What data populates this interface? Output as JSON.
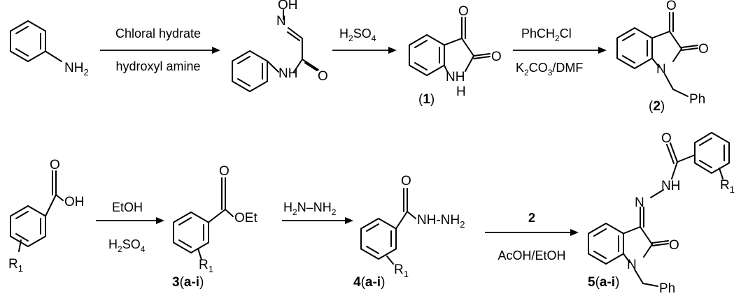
{
  "step1": {
    "top": "Chloral hydrate",
    "bottom": "hydroxyl amine"
  },
  "step2": {
    "top_main": "H",
    "top_sub": "2",
    "top_main2": "SO",
    "top_sub2": "4"
  },
  "step3": {
    "top_main": "PhCH",
    "top_sub": "2",
    "top_main2": "Cl",
    "bottom_a": "K",
    "bottom_sub1": "2",
    "bottom_b": "CO",
    "bottom_sub2": "3",
    "bottom_c": "/DMF"
  },
  "step4": {
    "top": "EtOH",
    "bottom_main": "H",
    "bottom_sub": "2",
    "bottom_main2": "SO",
    "bottom_sub2": "4"
  },
  "step5": {
    "top_a": "H",
    "top_sub1": "2",
    "top_b": "N–NH",
    "top_sub2": "2"
  },
  "step6": {
    "top": "2",
    "bottom": "AcOH/EtOH"
  },
  "atoms": {
    "nh2": "NH",
    "nh2_sub": "2",
    "oh": "OH",
    "n_oxime": "N",
    "o_oxime": "O",
    "nh": "NH",
    "o_amide": "O",
    "isatin_o1": "O",
    "isatin_o2": "O",
    "isatin_nh": "NH",
    "isatin_h": "H",
    "bn_o1": "O",
    "bn_o2": "O",
    "bn_n": "N",
    "bn_ph": "Ph",
    "acid_o": "O",
    "acid_oh": "OH",
    "acid_r": "R",
    "acid_r_sub": "1",
    "ester_o": "O",
    "ester_oet": "OEt",
    "ester_r": "R",
    "ester_r_sub": "1",
    "hyd_o": "O",
    "hyd_nhnh2": "NH-NH",
    "hyd_nhnh2_sub": "2",
    "hyd_r": "R",
    "hyd_r_sub": "1",
    "p_o_amide": "O",
    "p_n": "N",
    "p_nh": "NH",
    "p_r": "R",
    "p_r_sub": "1",
    "p_o_ring": "O",
    "p_n_ring": "N",
    "p_ph": "Ph"
  },
  "compounds": {
    "c1": {
      "open": "(",
      "num": "1",
      "close": ")"
    },
    "c2": {
      "open": "(",
      "num": "2",
      "close": ")"
    },
    "c3": {
      "num": "3",
      "open": "(",
      "range": "a-i",
      "close": ")"
    },
    "c4": {
      "num": "4",
      "open": "(",
      "range": "a-i",
      "close": ")"
    },
    "c5": {
      "num": "5",
      "open": "(",
      "range": "a-i",
      "close": ")"
    }
  }
}
